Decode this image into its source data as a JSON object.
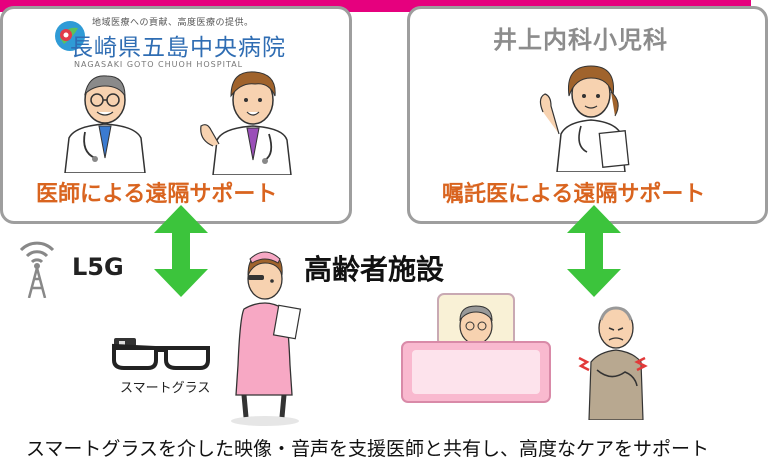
{
  "hospital": {
    "tagline": "地域医療への貢献、高度医療の提供。",
    "name": "長崎県五島中央病院",
    "english": "NAGASAKI GOTO CHUOH HOSPITAL",
    "support_label": "医師による遠隔サポート"
  },
  "clinic": {
    "name": "井上内科小児科",
    "support_label": "嘱託医による遠隔サポート"
  },
  "network": {
    "label": "L5G"
  },
  "facility": {
    "label": "高齢者施設"
  },
  "device": {
    "label": "スマートグラス"
  },
  "caption": "スマートグラスを介した映像・音声を支援医師と共有し、高度なケアをサポート",
  "colors": {
    "accent_bar": "#e6007e",
    "orange_text": "#d9641f",
    "arrow_green": "#3cc43c",
    "panel_border": "#9e9e9e",
    "hospital_blue": "#2f6db3"
  }
}
